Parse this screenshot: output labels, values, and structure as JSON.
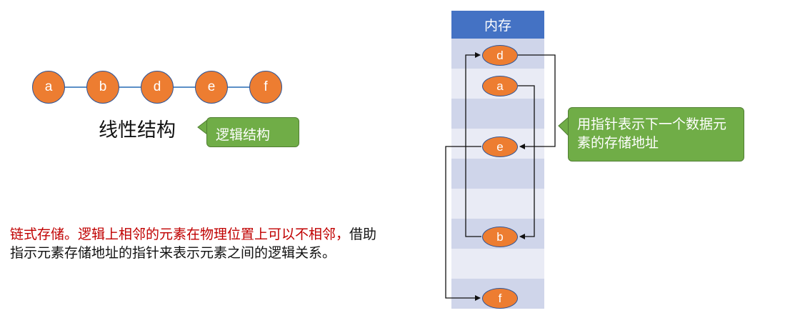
{
  "linear_nodes": [
    "a",
    "b",
    "d",
    "e",
    "f"
  ],
  "linear_title": "线性结构",
  "logic_callout": "逻辑结构",
  "paragraph": {
    "red_part": "链式存储。逻辑上相邻的元素在物理位置上可以不相邻，",
    "black_part": "借助指示元素存储地址的指针来表示元素之间的逻辑关系。"
  },
  "memory": {
    "header": "内存",
    "nodes": {
      "d": "d",
      "a": "a",
      "e": "e",
      "b": "b",
      "f": "f"
    }
  },
  "pointer_callout": "用指针表示下一个数据元素的存储地址",
  "colors": {
    "node_fill": "#ed7d31",
    "node_border": "#2f5597",
    "header_fill": "#4472c4",
    "callout_fill": "#70ad47",
    "red_text": "#c00000"
  }
}
